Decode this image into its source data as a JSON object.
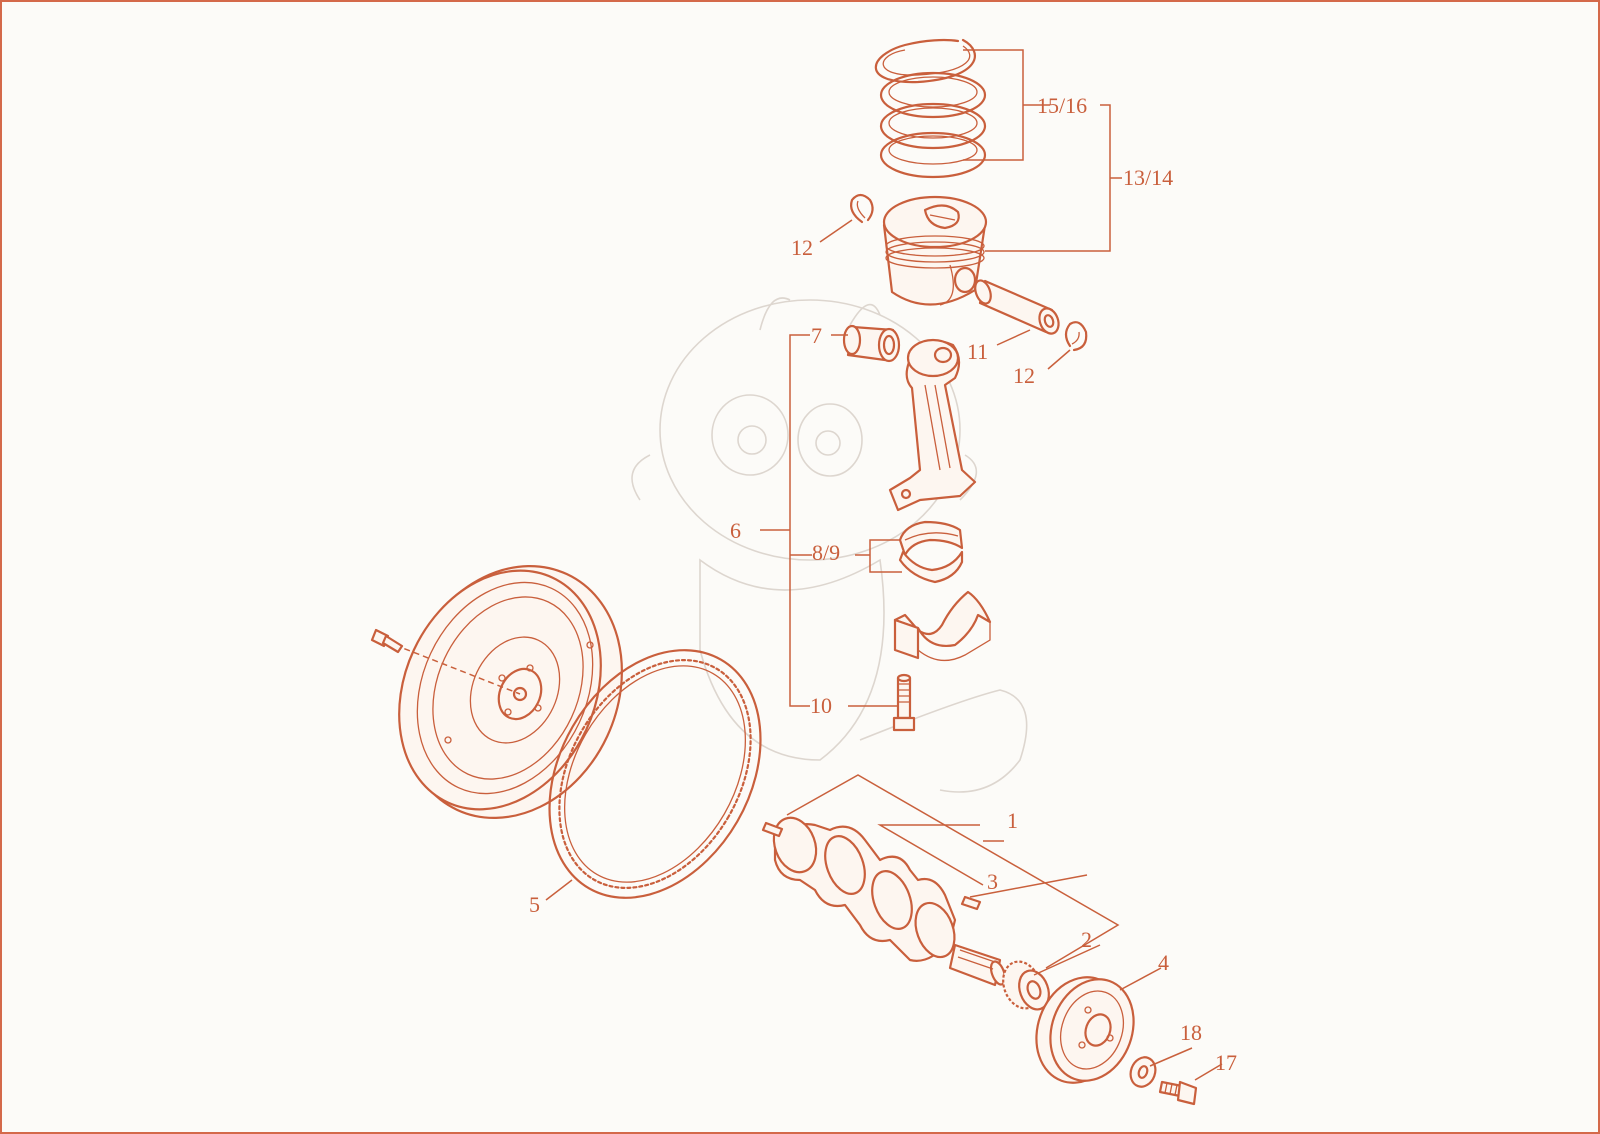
{
  "diagram": {
    "callouts": {
      "c1": "1",
      "c2": "2",
      "c3": "3",
      "c4": "4",
      "c5": "5",
      "c6": "6",
      "c7": "7",
      "c89": "8/9",
      "c10": "10",
      "c11": "11",
      "c12a": "12",
      "c12b": "12",
      "c1314": "13/14",
      "c1516": "15/16",
      "c17": "17",
      "c18": "18"
    }
  },
  "colors": {
    "line": "#c95f3c",
    "frame": "#d4694a",
    "background": "#fcfbf8",
    "watermark": "#ddd6cf"
  }
}
